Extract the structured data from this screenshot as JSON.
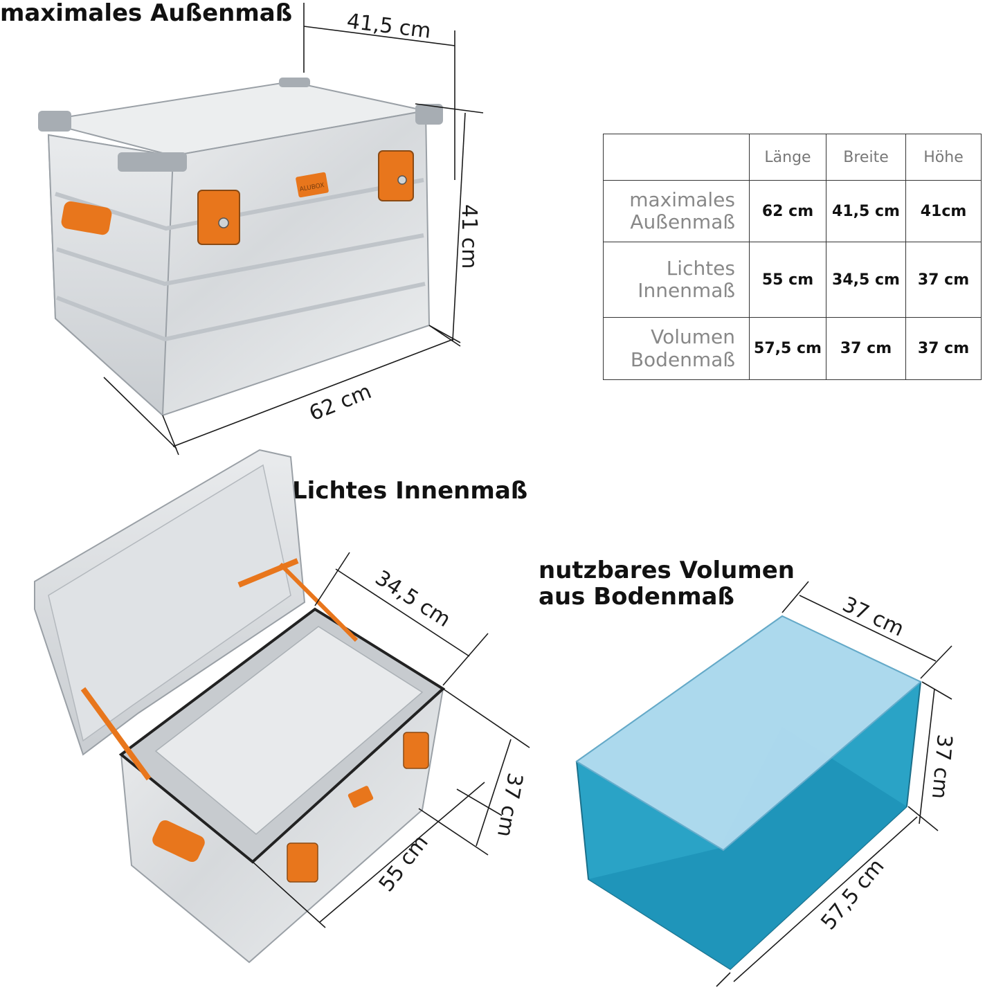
{
  "headings": {
    "outer": "maximales Außenmaß",
    "inner": "Lichtes Innenmaß",
    "volume": "nutzbares Volumen\naus Bodenmaß"
  },
  "dimensions": {
    "outer_width": "41,5 cm",
    "outer_height": "41 cm",
    "outer_length": "62 cm",
    "inner_width": "34,5 cm",
    "inner_height": "37 cm",
    "inner_length": "55 cm",
    "volume_width": "37 cm",
    "volume_height": "37 cm",
    "volume_length": "57,5 cm"
  },
  "brand_label": "ALUBOX",
  "table": {
    "headers": [
      "",
      "Länge",
      "Breite",
      "Höhe"
    ],
    "rows": [
      {
        "label": "maximales\nAußenmaß",
        "values": [
          "62 cm",
          "41,5 cm",
          "41cm"
        ]
      },
      {
        "label": "Lichtes\nInnenmaß",
        "values": [
          "55 cm",
          "34,5 cm",
          "37 cm"
        ]
      },
      {
        "label": "Volumen\nBodenmaß",
        "values": [
          "57,5 cm",
          "37 cm",
          "37 cm"
        ]
      }
    ]
  },
  "colors": {
    "accent_orange": "#e8761c",
    "aluminium": "#d9dcdf",
    "volume_blue": "#2aa3c6",
    "volume_top": "#b3dcf0"
  }
}
